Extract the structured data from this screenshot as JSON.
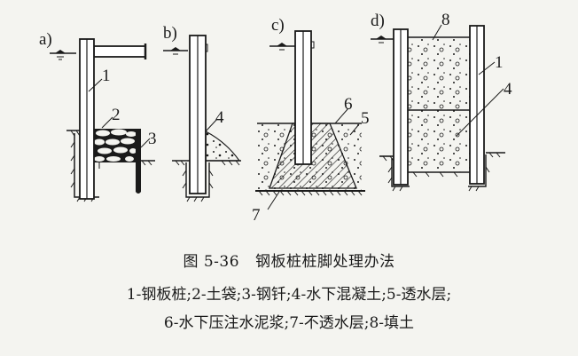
{
  "figure": {
    "panels": [
      {
        "id": "a",
        "label": "a)",
        "callouts": [
          "1",
          "2",
          "3"
        ]
      },
      {
        "id": "b",
        "label": "b)",
        "callouts": [
          "4"
        ]
      },
      {
        "id": "c",
        "label": "c)",
        "callouts": [
          "6",
          "5",
          "7"
        ]
      },
      {
        "id": "d",
        "label": "d)",
        "callouts": [
          "8",
          "1",
          "4"
        ]
      }
    ],
    "caption": {
      "number": "图 5-36",
      "title": "钢板桩桩脚处理办法",
      "legend_line1": "1-钢板桩;2-土袋;3-钢钎;4-水下混凝土;5-透水层;",
      "legend_line2": "6-水下压注水泥浆;7-不透水层;8-填土"
    },
    "legend": [
      {
        "key": "1",
        "text": "钢板桩"
      },
      {
        "key": "2",
        "text": "土袋"
      },
      {
        "key": "3",
        "text": "钢钎"
      },
      {
        "key": "4",
        "text": "水下混凝土"
      },
      {
        "key": "5",
        "text": "透水层"
      },
      {
        "key": "6",
        "text": "水下压注水泥浆"
      },
      {
        "key": "7",
        "text": "不透水层"
      },
      {
        "key": "8",
        "text": "填土"
      }
    ],
    "colors": {
      "ink": "#1a1a1a",
      "paper": "#f4f4f0"
    }
  }
}
